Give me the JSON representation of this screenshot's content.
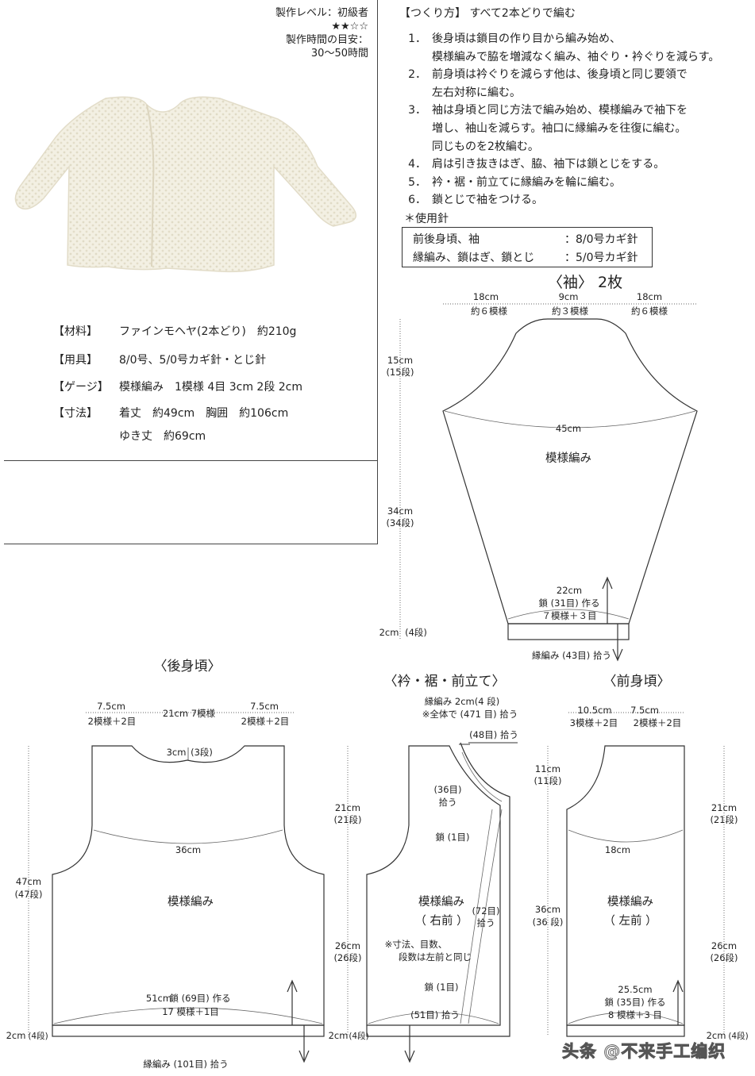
{
  "header": {
    "level_label": "製作レベル：初級者",
    "level_stars": "★★☆☆",
    "time_label": "製作時間の目安：",
    "time_value": "30〜50時間"
  },
  "specs": {
    "material_key": "【材料】",
    "material_value": "ファインモヘヤ(2本どり)　約210g",
    "tools_key": "【用具】",
    "tools_value": "8/0号、5/0号カギ針・とじ針",
    "gauge_key": "【ゲージ】",
    "gauge_value": "模様編み　1模様 4目 3cm  2段 2cm",
    "size_key": "【寸法】",
    "size_value_1": "着丈　約49cm　胸囲　約106cm",
    "size_value_2": "ゆき丈　約69cm"
  },
  "howto": {
    "title": "【つくり方】 すべて2本どりで編む",
    "steps": [
      {
        "num": "1．",
        "lines": [
          "後身頃は鎖目の作り目から編み始め、",
          "模様編みで脇を増減なく編み、袖ぐり・衿ぐりを減らす。"
        ]
      },
      {
        "num": "2．",
        "lines": [
          "前身頃は衿ぐりを減らす他は、後身頃と同じ要領で",
          "左右対称に編む。"
        ]
      },
      {
        "num": "3．",
        "lines": [
          "袖は身頃と同じ方法で編み始め、模様編みで袖下を",
          "増し、袖山を減らす。袖口に縁編みを往復に編む。",
          "同じものを2枚編む。"
        ]
      },
      {
        "num": "4．",
        "lines": [
          "肩は引き抜きはぎ、脇、袖下は鎖とじをする。"
        ]
      },
      {
        "num": "5．",
        "lines": [
          "衿・裾・前立てに縁編みを輪に編む。"
        ]
      },
      {
        "num": "6．",
        "lines": [
          "鎖とじで袖をつける。"
        ]
      }
    ],
    "needles_label": "＊使用針"
  },
  "hooks": {
    "row1_key": "前後身頃、袖",
    "row1_value": "：8/0号カギ針",
    "row2_key": "縁編み、鎖はぎ、鎖とじ",
    "row2_value": "：5/0号カギ針"
  },
  "sleeve": {
    "title": "〈袖〉 2枚",
    "top_left_cm": "18cm",
    "top_left_pat": "約６模様",
    "top_mid_cm": "9cm",
    "top_mid_pat": "約３模様",
    "top_right_cm": "18cm",
    "top_right_pat": "約６模様",
    "cap_cm": "15cm",
    "cap_rows": "(15段)",
    "width_cm": "45cm",
    "pattern": "模様編み",
    "length_cm": "34cm",
    "length_rows": "(34段)",
    "cuff_cm": "22cm",
    "cuff_chain": "鎖 (31目) 作る",
    "cuff_pat": "７模様＋３目",
    "edge_cm": "2cm",
    "edge_rows": "(4段)",
    "edge_pick": "縁編み (43目) 拾う"
  },
  "back": {
    "title": "〈後身頃〉",
    "top_left_cm": "7.5cm",
    "top_left_pat": "2模様＋2目",
    "top_mid": "21cm 7模様",
    "top_right_cm": "7.5cm",
    "top_right_pat": "2模様＋2目",
    "neck": "3cm",
    "neck_rows": "(3段)",
    "armhole_cm": "21cm",
    "armhole_rows": "(21段)",
    "width_cm": "36cm",
    "total_cm": "47cm",
    "total_rows": "(47段)",
    "pattern": "模様編み",
    "side_cm": "26cm",
    "side_rows": "(26段)",
    "bottom_cm": "51cm",
    "bottom_chain": "鎖 (69目) 作る",
    "bottom_pat": "17 模様＋1目",
    "edge_cm": "2cm",
    "edge_rows": "(4段)",
    "edge_pick": "縁編み (101目) 拾う"
  },
  "collar": {
    "title": "〈衿・裾・前立て〉",
    "edge_note": "縁編み 2cm(4 段)",
    "total_note": "※全体で (471 目) 拾う",
    "pick_48": "(48目) 拾う",
    "pick_36": "(36目)",
    "pick_36b": "拾う",
    "chain_1a": "鎖 (1目)",
    "pattern": "模様編み",
    "right_front": "（ 右前 ）",
    "pick_72": "(72目)",
    "pick_72b": "拾う",
    "note1": "※寸法、目数、",
    "note2": "段数は左前と同じ",
    "chain_1b": "鎖 (1目)",
    "pick_51": "(51目) 拾う",
    "edge_cm": "2cm",
    "edge_rows": "(4段)"
  },
  "front": {
    "title": "〈前身頃〉",
    "top_left_cm": "10.5cm",
    "top_left_pat": "3模様＋2目",
    "top_right_cm": "7.5cm",
    "top_right_pat": "2模様＋2目",
    "neck_cm": "11cm",
    "neck_rows": "(11段)",
    "armhole_cm": "21cm",
    "armhole_rows": "(21段)",
    "width_cm": "18cm",
    "total_cm": "36cm",
    "total_rows": "(36 段)",
    "pattern": "模様編み",
    "left_front": "（ 左前 ）",
    "side_cm": "26cm",
    "side_rows": "(26段)",
    "bottom_cm": "25.5cm",
    "bottom_chain": "鎖 (35目) 作る",
    "bottom_pat": "8 模様＋3 目",
    "edge_cm": "2cm",
    "edge_rows": "(4段)"
  },
  "watermark": "头条 @不来手工编织"
}
